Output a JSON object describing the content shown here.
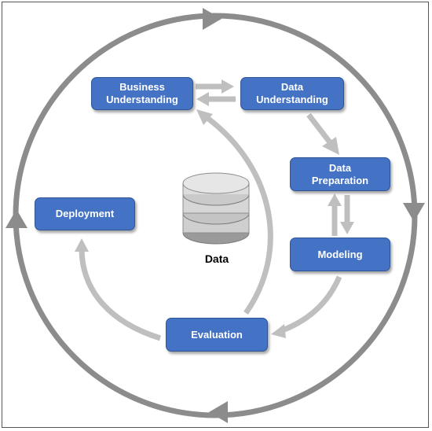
{
  "diagram": {
    "nodes": [
      {
        "id": "business-understanding",
        "label": "Business\nUnderstanding"
      },
      {
        "id": "data-understanding",
        "label": "Data\nUnderstanding"
      },
      {
        "id": "data-preparation",
        "label": "Data\nPreparation"
      },
      {
        "id": "modeling",
        "label": "Modeling"
      },
      {
        "id": "evaluation",
        "label": "Evaluation"
      },
      {
        "id": "deployment",
        "label": "Deployment"
      }
    ],
    "center": {
      "label": "Data",
      "icon": "database-icon"
    },
    "colors": {
      "node_fill": "#4472c4",
      "arrow": "#bfbfbf",
      "outer_cycle": "#8c8c8c"
    }
  }
}
